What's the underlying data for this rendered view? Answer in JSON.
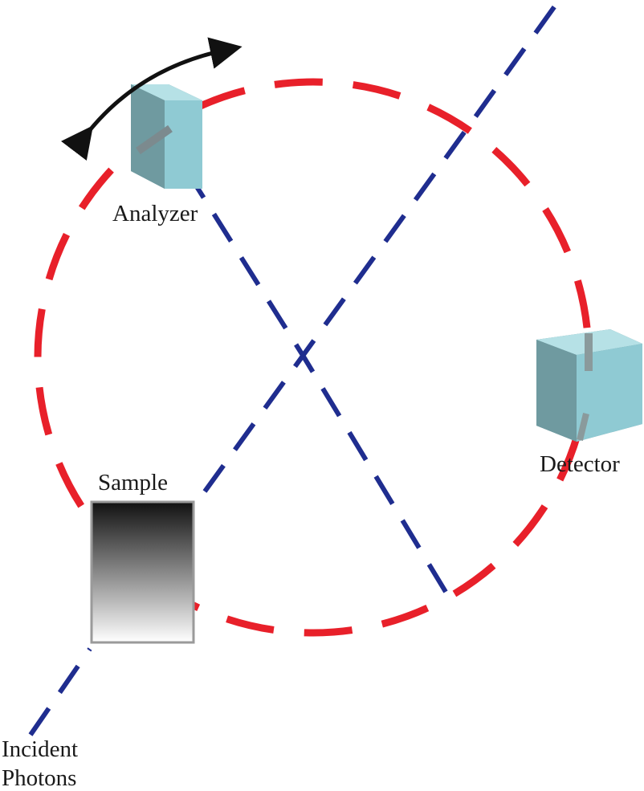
{
  "labels": {
    "analyzer": "Analyzer",
    "detector": "Detector",
    "sample": "Sample",
    "incident_line1": "Incident",
    "incident_line2": "Photons"
  },
  "colors": {
    "rowland_circle": "#e8202a",
    "beam": "#1f2d8f",
    "crystal_front": "#8fcad3",
    "crystal_side": "#6f9aa0",
    "crystal_top": "#b6e1e6",
    "arrow": "#111111"
  }
}
